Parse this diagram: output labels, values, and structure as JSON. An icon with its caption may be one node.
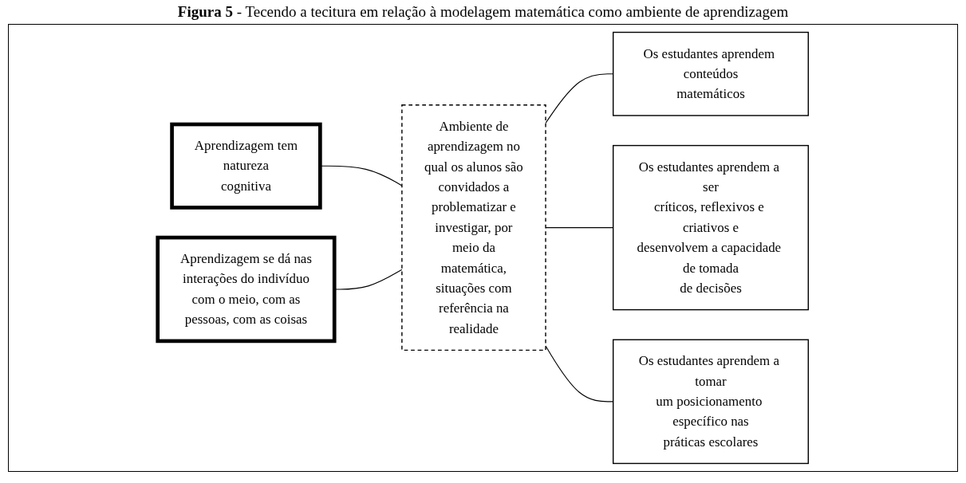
{
  "diagram": {
    "title": "**Figura 5** - Tecendo a tecitura em relação à modelagem matemática como ambiente de aprendizagem",
    "nodes": [
      {
        "text": [
          "Aprendizagem tem natureza cognitiva"
        ]
      },
      {
        "text": [
          "Aprendizagem se dá nas interações do indivíduo com o meio, com as pessoas, com as coisas"
        ]
      },
      {
        "text": [
          "Ambiente de aprendizagem no qual os alunos são convidados a problematizar e investigar, por meio da matemática, situações com referência na realidade"
        ]
      },
      {
        "text": [
          "Os estudantes aprendem conteúdos matemáticos"
        ]
      },
      {
        "text": [
          "Os estudantes aprendem a ser críticos, reflexivos e criativos e desenvolvem a capacidade de tomada de decisões"
        ]
      },
      {
        "text": [
          "Os estudantes aprendem a tomar um posicionamento específico nas práticas escolares"
        ]
      }
    ],
    "edges": [
      {
        "from": 0,
        "to": 2,
        "arrow": "none"
      },
      {
        "from": 1,
        "to": 2,
        "arrow": "none"
      },
      {
        "from": 2,
        "to": 3,
        "arrow": "none"
      },
      {
        "from": 2,
        "to": 4,
        "arrow": "none"
      },
      {
        "from": 2,
        "to": 5,
        "arrow": "none"
      }
    ]
  }
}
